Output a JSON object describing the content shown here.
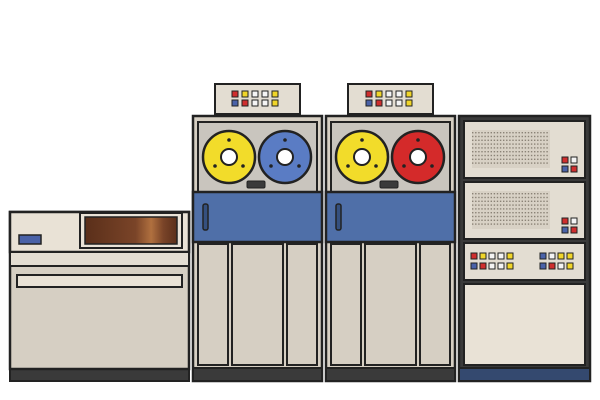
{
  "colors": {
    "background": "#ffffff",
    "outline": "#222222",
    "cabinet_beige": "#d6cfc3",
    "cabinet_beige_light": "#e9e2d6",
    "panel_gray": "#c9c5be",
    "band_blue": "#4f6fa8",
    "band_blue_dark": "#35507f",
    "reel_yellow": "#f2dc2a",
    "reel_blue": "#5a7cc4",
    "reel_red": "#d42a2a",
    "window_brown": "#6b3a22",
    "window_highlight": "#a0623c",
    "base_dark": "#3a3a3a",
    "base_navy": "#34496f",
    "button_red": "#cf2e2e",
    "button_yellow": "#f0d52a",
    "button_blue": "#4a62a8",
    "button_white": "#f4f4f4"
  },
  "machines": [
    {
      "name": "printer-console",
      "icon": "printer-icon"
    },
    {
      "name": "tape-drive-left",
      "icon": "tape-reel-icon",
      "reels": [
        "yellow",
        "blue"
      ]
    },
    {
      "name": "tape-drive-right",
      "icon": "tape-reel-icon",
      "reels": [
        "yellow",
        "red"
      ]
    },
    {
      "name": "rack-cabinet",
      "icon": "server-rack-icon"
    }
  ]
}
